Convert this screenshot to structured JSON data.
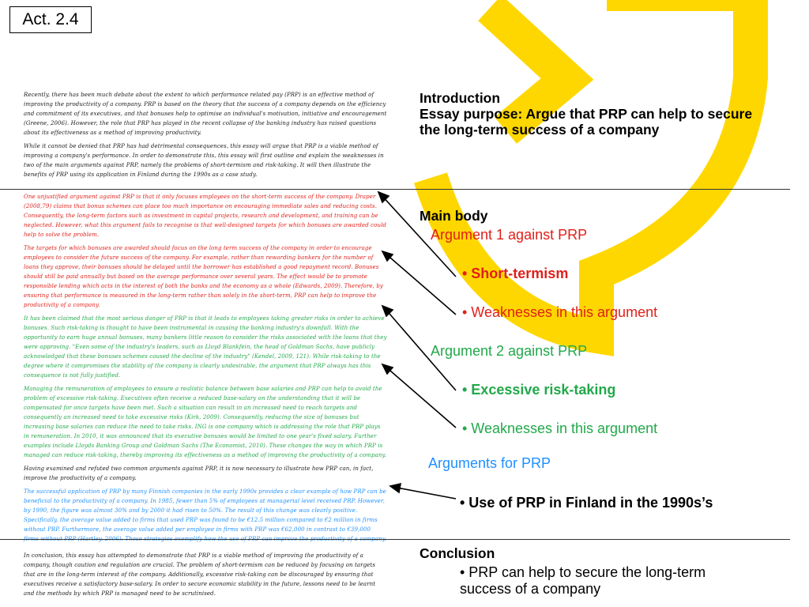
{
  "slide": {
    "act_label": "Act. 2.4",
    "colors": {
      "logo_yellow": "#FFD700",
      "red": "#E0201A",
      "green": "#22A84A",
      "blue": "#1E90FF",
      "black": "#000000"
    },
    "essay": {
      "intro_p1": "Recently, there has been much debate about the extent to which performance related pay (PRP) is an effective method of improving the productivity of a company. PRP is based on the theory that the success of a company depends on the efficiency and commitment of its executives, and that bonuses help to optimise an individual's motivation, initiative and encouragement (Greene, 2006). However, the role that PRP has played in the recent collapse of the banking industry has raised questions about its effectiveness as a method of improving productivity.",
      "intro_p2": "While it cannot be denied that PRP has had detrimental consequences, this essay will argue that PRP is a viable method of improving a company's performance. In order to demonstrate this, this essay will first outline and explain the weaknesses in two of the main arguments against PRP, namely the problems of short-termism and risk-taking. It will then illustrate the benefits of PRP using its application in Finland during the 1990s as a case study.",
      "arg1_p1": "One unjustified argument against PRP is that it only focuses employees on the short-term success of the company. Draper (2008,79) claims that bonus schemes can place too much importance on encouraging immediate sales and reducing costs. Consequently, the long-term factors such as investment in capital projects, research and development, and training can be neglected. However, what this argument fails to recognise is that well-designed targets for which bonuses are awarded could help to solve the problem.",
      "arg1_p2": "The targets for which bonuses are awarded should focus on the long term success of the company in order to encourage employees to consider the future success of the company. For example, rather than rewarding bankers for the number of loans they approve, their bonuses should be delayed until the borrower has established a good repayment record. Bonuses should still be paid annually but based on the average performance over several years. The effect would be to promote responsible lending which acts in the interest of both the banks and the economy as a whole (Edwards, 2009). Therefore, by ensuring that performance is measured in the long-term rather than solely in the short-term, PRP can help to improve the productivity of a company.",
      "arg2_p1": "It has been claimed that the most serious danger of PRP is that it leads to employees taking greater risks in order to achieve bonuses. Such risk-taking is thought to have been instrumental in causing the banking industry's downfall. With the opportunity to earn huge annual bonuses, many bankers little reason to consider the risks associated with the loans that they were approving. \"Even some of the industry's leaders, such as Lloyd Blankfein, the head of Goldman Sachs, have publicly acknowledged that these bonuses schemes caused the decline of the industry\" (Kendel, 2009, 121). While risk-taking to the degree where it compromises the stability of the company is clearly undesirable, the argument that PRP always has this consequence is not fully justified.",
      "arg2_p2": "Managing the remuneration of employees to ensure a realistic balance between base salaries and PRP can help to avoid the problem of excessive risk-taking. Executives often receive a reduced base-salary on the understanding that it will be compensated for once targets have been met. Such a situation can result in an increased need to reach targets and consequently an increased need to take excessive risks (Kirk, 2009). Consequently, reducing the size of bonuses but increasing base salaries can reduce the need to take risks. ING is one company which is addressing the role that PRP plays in remuneration. In 2010, it was announced that its executive bonuses would be limited to one year's fixed salary. Further examples include Lloyds Banking Group and Goldman Sachs (The Economist, 2010). These changes the way in which PRP is managed can reduce risk-taking, thereby improving its effectiveness as a method of improving the productivity of a company.",
      "transition": "Having examined and refuted two common arguments against PRP, it is now necessary to illustrate how PRP can, in fact, improve the productivity of a company.",
      "finland_p": "The successful application of PRP by many Finnish companies in the early 1990s provides a clear example of how PRP can be beneficial to the productivity of a company. In 1985, fewer than 5% of employees at managerial level received PRP. However, by 1990, the figure was almost 30% and by 2000 it had risen to 50%. The result of this change was clearly positive. Specifically, the average value added to firms that used PRP was found to be €12.5 million compared to €2 million in firms without PRP. Furthermore, the average value added per employee in firms with PRP was €62,000 in contrast to €39,000 firms without PRP (Hartley, 2006). These strategies exemplify how the use of PRP can improve the productivity of a company.",
      "conclusion_p": "In conclusion, this essay has attempted to demonstrate that PRP is a viable method of improving the productivity of a company, though caution and regulation are crucial. The problem of short-termism can be reduced by focusing on targets that are in the long-term interest of the company. Additionally, excessive risk-taking can be discouraged by ensuring that executives receive a satisfactory base-salary. In order to secure economic stability in the future, lessons need to be learnt and the methods by which PRP is managed need to be scrutinised."
    },
    "outline": {
      "intro_heading": "Introduction",
      "essay_purpose": "Essay purpose:  Argue that PRP can help to secure the long-term success of a company",
      "main_body": "Main body",
      "arg1_heading": "Argument 1 against PRP",
      "arg1_item1": "• Short-termism",
      "arg1_item2": "• Weaknesses in this argument",
      "arg2_heading": "Argument 2 against PRP",
      "arg2_item1": "• Excessive risk-taking",
      "arg2_item2": "• Weaknesses in this argument",
      "for_prefix": "Arguments for ",
      "for_prp": "PRP",
      "for_item1": "• Use of PRP in Finland in the 1990s’s",
      "conclusion_heading": "Conclusion",
      "conclusion_item": "• PRP can help to secure the long-term success of a company"
    }
  }
}
